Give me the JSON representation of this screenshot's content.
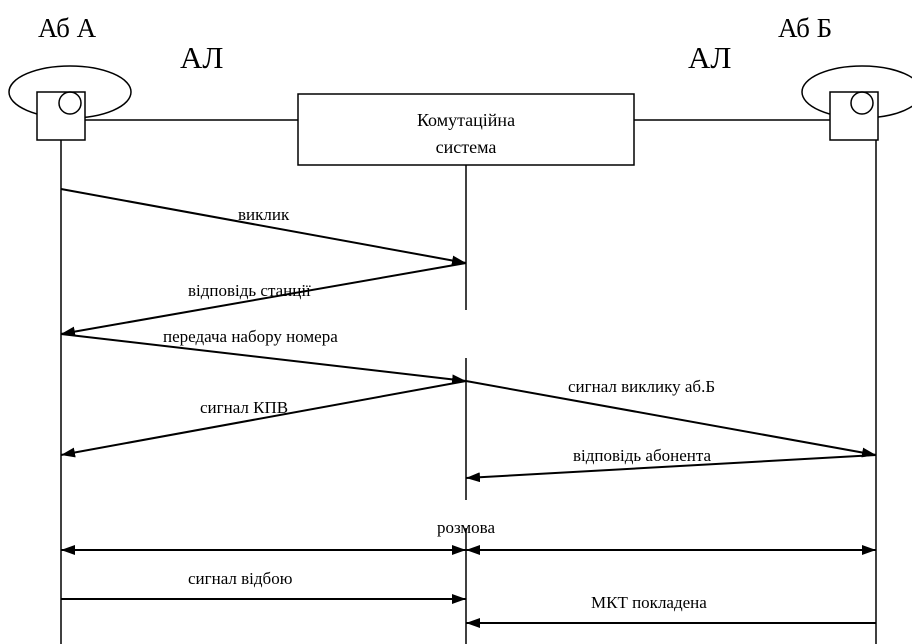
{
  "nodes": {
    "subscriber_a": "Аб А",
    "subscriber_b": "Аб Б",
    "line_left": "АЛ",
    "line_right": "АЛ",
    "switch_line1": "Комутаційна",
    "switch_line2": "система"
  },
  "messages": {
    "call": "виклик",
    "station_answer": "відповідь станції",
    "dial_transfer": "передача набору номера",
    "call_signal_b": "сигнал виклику аб.Б",
    "kpv_signal": "сигнал КПВ",
    "subscriber_answer": "відповідь абонента",
    "conversation": "розмова",
    "release_signal": "сигнал відбою",
    "handset_down": "МКТ покладена"
  }
}
